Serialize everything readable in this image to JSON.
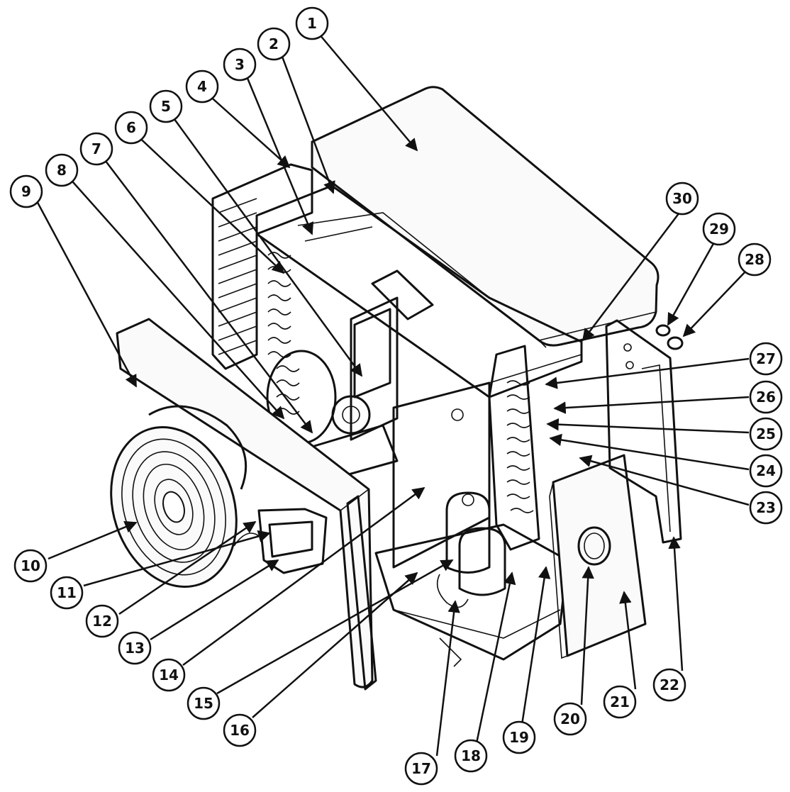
{
  "diagram": {
    "type": "exploded-parts-view",
    "callouts": [
      {
        "id": "1",
        "label": "1"
      },
      {
        "id": "2",
        "label": "2"
      },
      {
        "id": "3",
        "label": "3"
      },
      {
        "id": "4",
        "label": "4"
      },
      {
        "id": "5",
        "label": "5"
      },
      {
        "id": "6",
        "label": "6"
      },
      {
        "id": "7",
        "label": "7"
      },
      {
        "id": "8",
        "label": "8"
      },
      {
        "id": "9",
        "label": "9"
      },
      {
        "id": "10",
        "label": "10"
      },
      {
        "id": "11",
        "label": "11"
      },
      {
        "id": "12",
        "label": "12"
      },
      {
        "id": "13",
        "label": "13"
      },
      {
        "id": "14",
        "label": "14"
      },
      {
        "id": "15",
        "label": "15"
      },
      {
        "id": "16",
        "label": "16"
      },
      {
        "id": "17",
        "label": "17"
      },
      {
        "id": "18",
        "label": "18"
      },
      {
        "id": "19",
        "label": "19"
      },
      {
        "id": "20",
        "label": "20"
      },
      {
        "id": "21",
        "label": "21"
      },
      {
        "id": "22",
        "label": "22"
      },
      {
        "id": "23",
        "label": "23"
      },
      {
        "id": "24",
        "label": "24"
      },
      {
        "id": "25",
        "label": "25"
      },
      {
        "id": "26",
        "label": "26"
      },
      {
        "id": "27",
        "label": "27"
      },
      {
        "id": "28",
        "label": "28"
      },
      {
        "id": "29",
        "label": "29"
      },
      {
        "id": "30",
        "label": "30"
      }
    ]
  }
}
